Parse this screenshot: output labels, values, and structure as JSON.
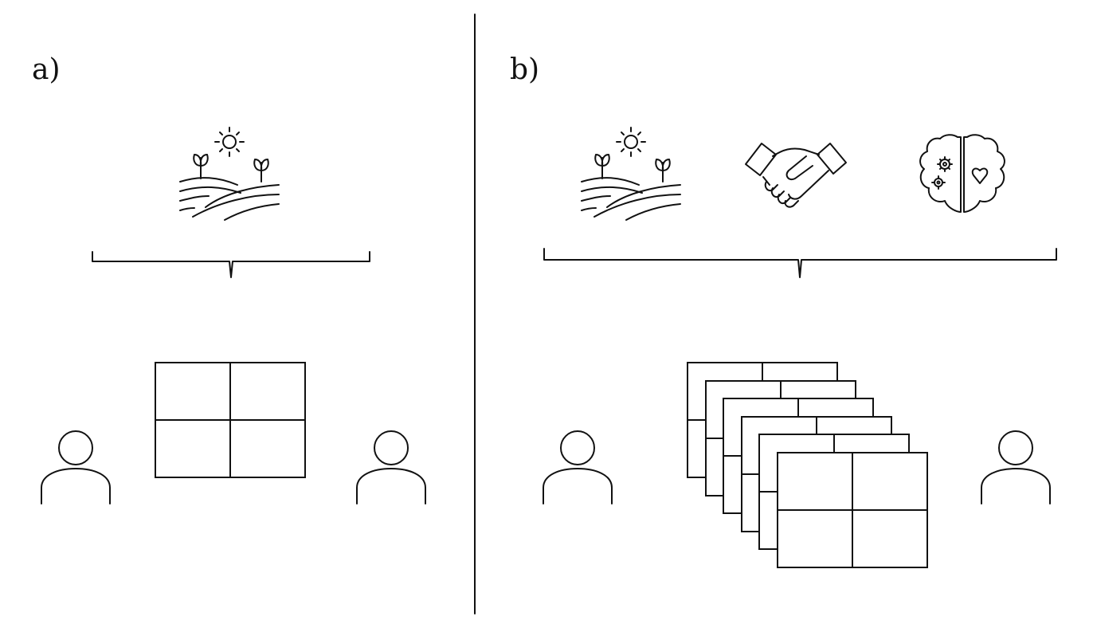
{
  "panels": [
    {
      "label": "a)",
      "icons": [
        "farmland-icon"
      ],
      "table_count": 1
    },
    {
      "label": "b)",
      "icons": [
        "farmland-icon",
        "handshake-icon",
        "brain-gears-heart-icon"
      ],
      "table_count": 6
    }
  ],
  "colors": {
    "stroke": "#111111",
    "background": "#ffffff"
  }
}
